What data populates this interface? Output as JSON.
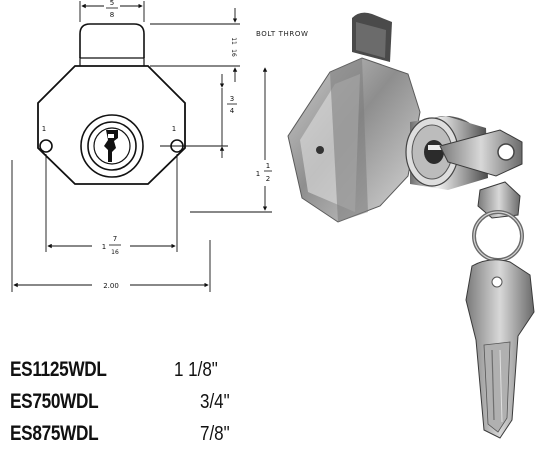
{
  "dimensions": {
    "top_width_num": "5",
    "top_width_den": "8",
    "tab_height_num": "11",
    "tab_height_den": "16",
    "keyhole_offset_num": "3",
    "keyhole_offset_den": "4",
    "height_whole": "1",
    "height_num": "1",
    "height_den": "2",
    "hole_span_whole": "1",
    "hole_span_num": "7",
    "hole_span_den": "16",
    "overall_width": "2.00",
    "hole_label_left": "1",
    "hole_label_right": "1"
  },
  "photo": {
    "bolt_throw_label": "BOLT THROW"
  },
  "models": [
    {
      "part": "ES1125WDL",
      "size": "1 1/8\""
    },
    {
      "part": "ES750WDL",
      "size": "3/4\""
    },
    {
      "part": "ES875WDL",
      "size": "7/8\""
    }
  ],
  "colors": {
    "ink": "#111111",
    "metal_light": "#e8e8e8",
    "metal_mid": "#a9a9a9",
    "metal_dark": "#3a3a3a"
  }
}
